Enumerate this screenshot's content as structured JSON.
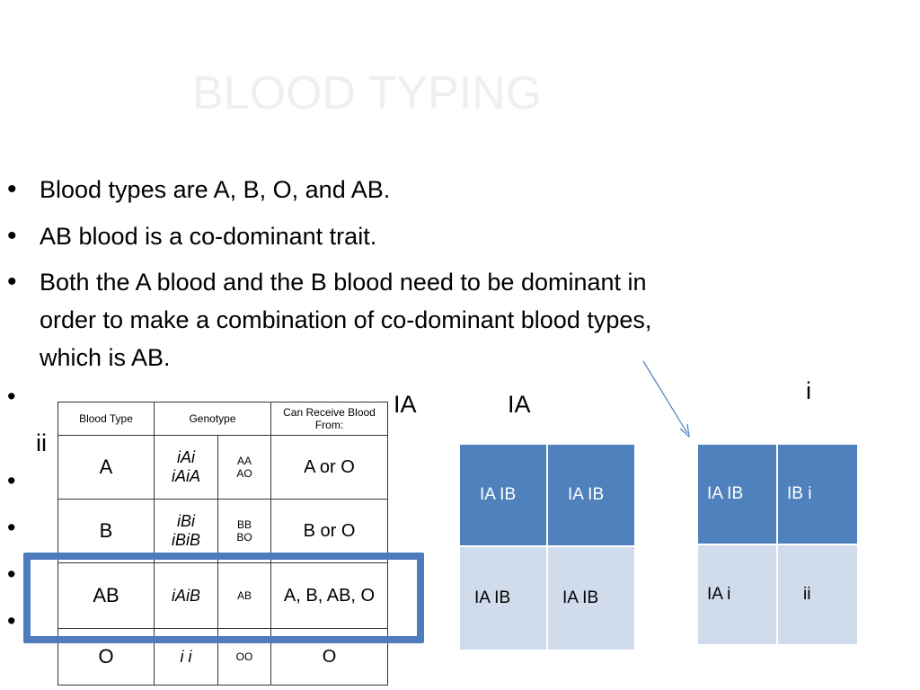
{
  "title": "BLOOD TYPING",
  "bullets": [
    "Blood types are A, B, O, and AB.",
    "AB blood is a co-dominant trait.",
    "Both the A blood and the B blood need to be dominant in order to make a combination of co-dominant blood types, which is AB."
  ],
  "bullet_symbol": "•",
  "floating_labels": {
    "ia_left": "IA",
    "ia_right": "IA",
    "ii": "ii",
    "i": "i"
  },
  "genotype_table": {
    "headers": [
      "Blood Type",
      "Genotype",
      "Can Receive Blood From:"
    ],
    "rows": [
      {
        "type": "A",
        "genotype": [
          "iAi",
          "iAiA"
        ],
        "alleles": [
          "AA",
          "AO"
        ],
        "receive": "A or O"
      },
      {
        "type": "B",
        "genotype": [
          "iBi",
          "iBiB"
        ],
        "alleles": [
          "BB",
          "BO"
        ],
        "receive": "B or O"
      },
      {
        "type": "AB",
        "genotype": [
          "iAiB"
        ],
        "alleles": [
          "AB"
        ],
        "receive": "A, B, AB, O"
      },
      {
        "type": "O",
        "genotype": [
          "i i"
        ],
        "alleles": [
          "OO"
        ],
        "receive": "O"
      }
    ]
  },
  "punnett_left": {
    "top": [
      "IA IB",
      "IA IB"
    ],
    "bottom": [
      "IA IB",
      "IA IB"
    ]
  },
  "punnett_right": {
    "top": [
      "IA IB",
      "IB i"
    ],
    "bottom": [
      "IA i",
      "ii"
    ]
  },
  "colors": {
    "cell_dark": "#4f81bd",
    "cell_light": "#d0dcec",
    "highlight_border": "#4d7bbd",
    "title": "#efefef",
    "arrow": "#4f81bd"
  }
}
